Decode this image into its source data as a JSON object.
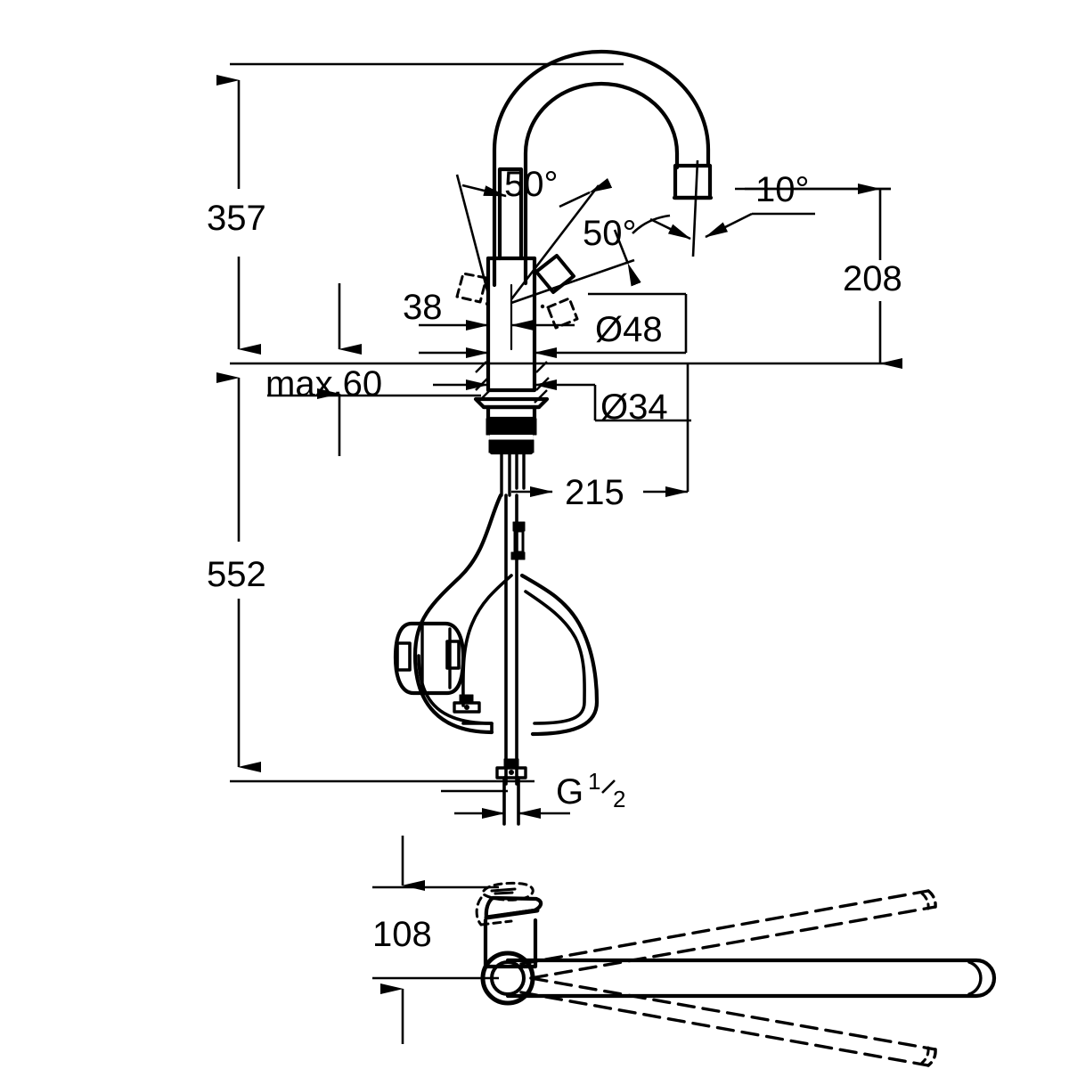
{
  "drawing": {
    "title": "Kitchen mixer tap dimensional drawing",
    "units": "mm",
    "line_color": "#000000",
    "background_color": "#ffffff"
  },
  "dimensions": {
    "total_height": "357",
    "spout_height": "208",
    "spout_reach": "215",
    "under_counter_length": "552",
    "max_counter_thickness": "max.60",
    "handle_clearance": "38",
    "body_diameter": "Ø48",
    "base_diameter": "Ø34",
    "connection_thread": "G",
    "thread_numerator": "1",
    "thread_denominator": "2",
    "top_view_offset": "108"
  },
  "angles": {
    "handle_left_swing": "50°",
    "handle_right_swing": "50°",
    "spout_outlet_tilt": "10°"
  },
  "labels": {
    "dim_357": "357",
    "dim_208": "208",
    "dim_215": "215",
    "dim_552": "552",
    "dim_max60": "max.60",
    "dim_38": "38",
    "dim_d48": "Ø48",
    "dim_d34": "Ø34",
    "dim_108": "108",
    "ang_50_a": "50°",
    "ang_50_b": "50°",
    "ang_10": "10°",
    "thread_g": "G",
    "thread_frac_num": "1",
    "thread_frac_den": "2"
  }
}
